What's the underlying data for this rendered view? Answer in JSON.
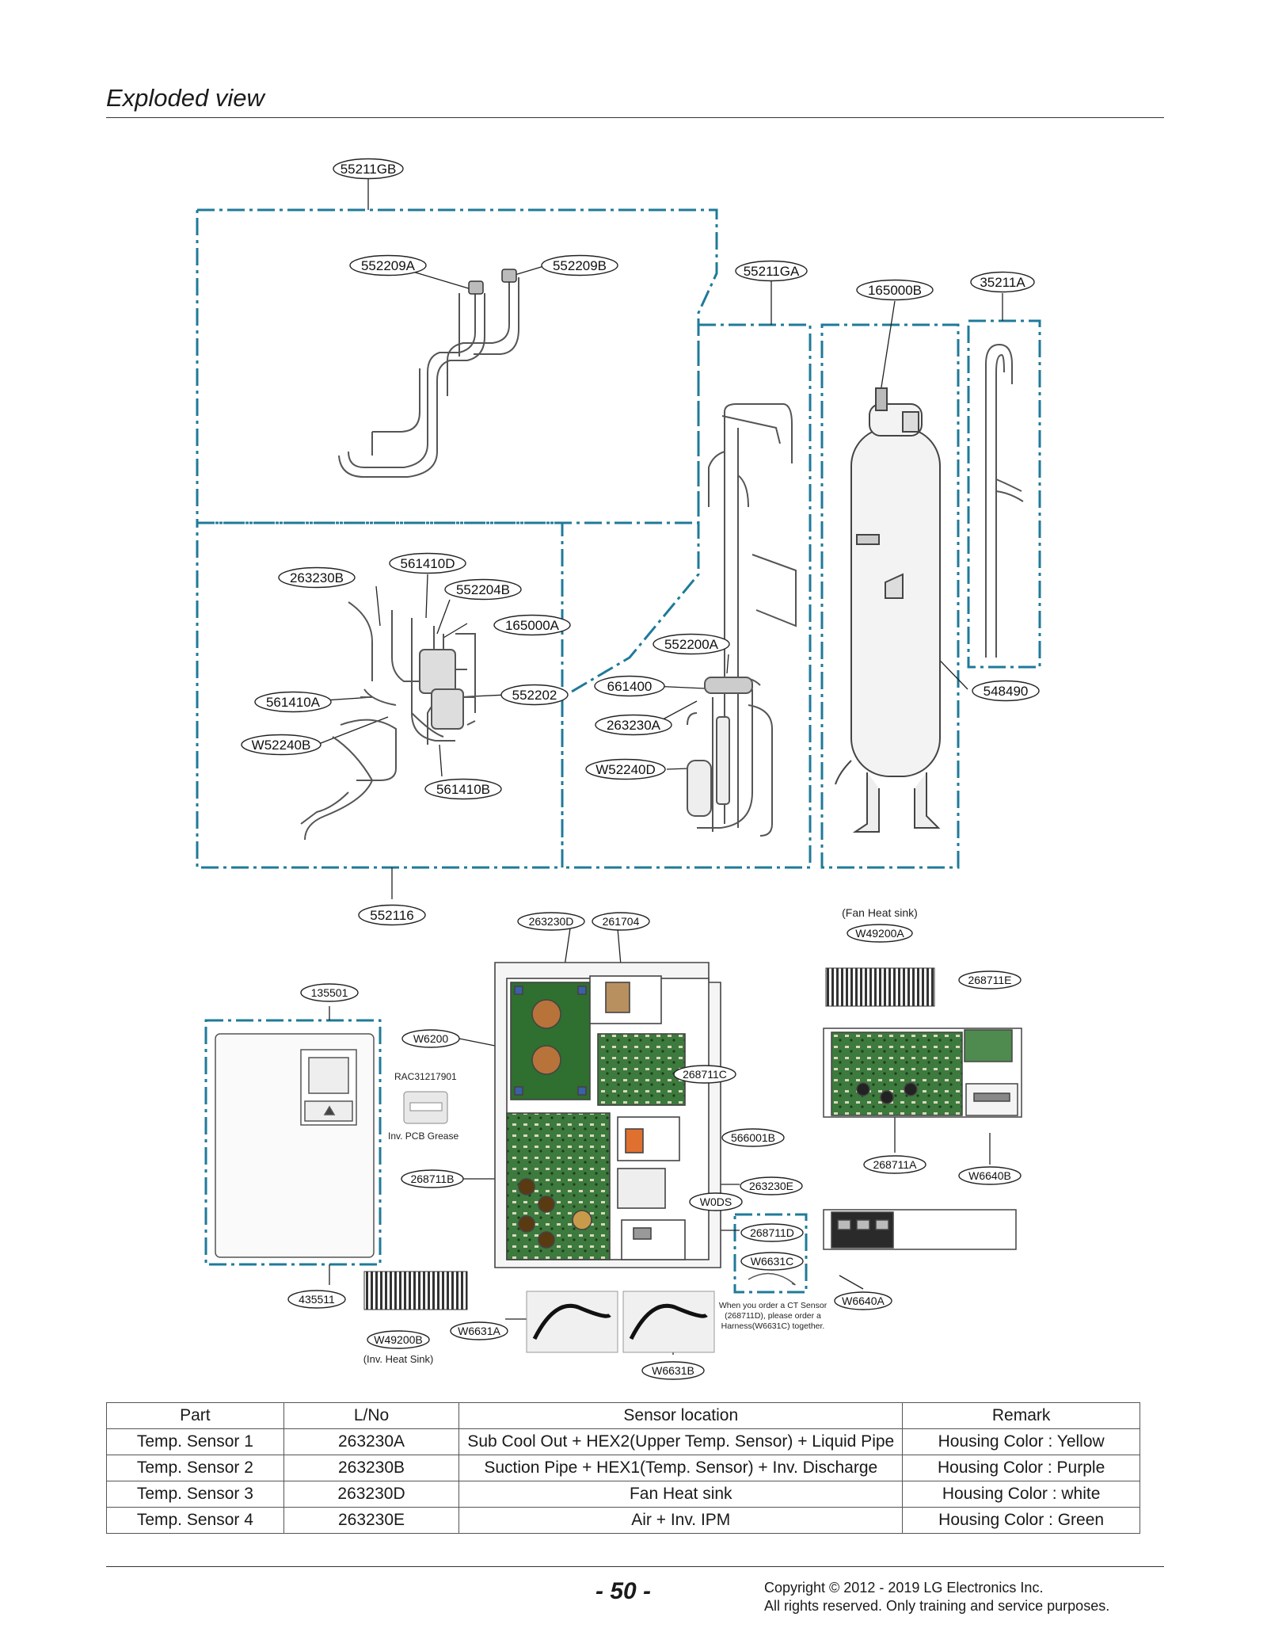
{
  "heading": "Exploded view",
  "callouts": {
    "c55211GB": "55211GB",
    "c552209A": "552209A",
    "c552209B": "552209B",
    "c55211GA": "55211GA",
    "c165000B": "165000B",
    "c35211A": "35211A",
    "c263230B": "263230B",
    "c561410D": "561410D",
    "c552204B": "552204B",
    "c165000A": "165000A",
    "c552200A": "552200A",
    "c561410A": "561410A",
    "c552202": "552202",
    "c661400": "661400",
    "c548490": "548490",
    "c263230A": "263230A",
    "cW52240B": "W52240B",
    "cW52240D": "W52240D",
    "c561410B": "561410B",
    "c552116": "552116",
    "c263230D": "263230D",
    "c261704": "261704",
    "cW49200A": "W49200A",
    "c268711E": "268711E",
    "c135501": "135501",
    "cW6200": "W6200",
    "c268711C": "268711C",
    "c566001B": "566001B",
    "c268711A": "268711A",
    "cW6640B": "W6640B",
    "c268711B": "268711B",
    "c263230E": "263230E",
    "cW0DS": "W0DS",
    "c268711D": "268711D",
    "cW6631C": "W6631C",
    "c435511": "435511",
    "cW6640A": "W6640A",
    "cW6631A": "W6631A",
    "cW49200B": "W49200B",
    "cW6631B": "W6631B"
  },
  "notes": {
    "fan_heat_sink": "(Fan Heat sink)",
    "inv_heat_sink": "(Inv. Heat Sink)",
    "grease_code": "RAC31217901",
    "grease_label": "Inv. PCB Grease",
    "ct_note_1": "When you order a CT Sensor",
    "ct_note_2": "(268711D), please order a",
    "ct_note_3": "Harness(W6631C) together."
  },
  "table": {
    "headers": [
      "Part",
      "L/No",
      "Sensor location",
      "Remark"
    ],
    "rows": [
      [
        "Temp. Sensor 1",
        "263230A",
        "Sub Cool Out + HEX2(Upper Temp. Sensor) + Liquid Pipe",
        "Housing Color : Yellow"
      ],
      [
        "Temp. Sensor 2",
        "263230B",
        "Suction Pipe + HEX1(Temp. Sensor) + Inv. Discharge",
        "Housing Color : Purple"
      ],
      [
        "Temp. Sensor 3",
        "263230D",
        "Fan Heat sink",
        "Housing Color : white"
      ],
      [
        "Temp. Sensor 4",
        "263230E",
        "Air + Inv. IPM",
        "Housing Color : Green"
      ]
    ]
  },
  "footer": {
    "page": "- 50 -",
    "copyright_1": "Copyright © 2012 - 2019 LG Electronics Inc.",
    "copyright_2": "All rights reserved. Only training and service purposes."
  },
  "colors": {
    "dash_box": "#1f7a99",
    "ink": "#1a1a1a"
  }
}
